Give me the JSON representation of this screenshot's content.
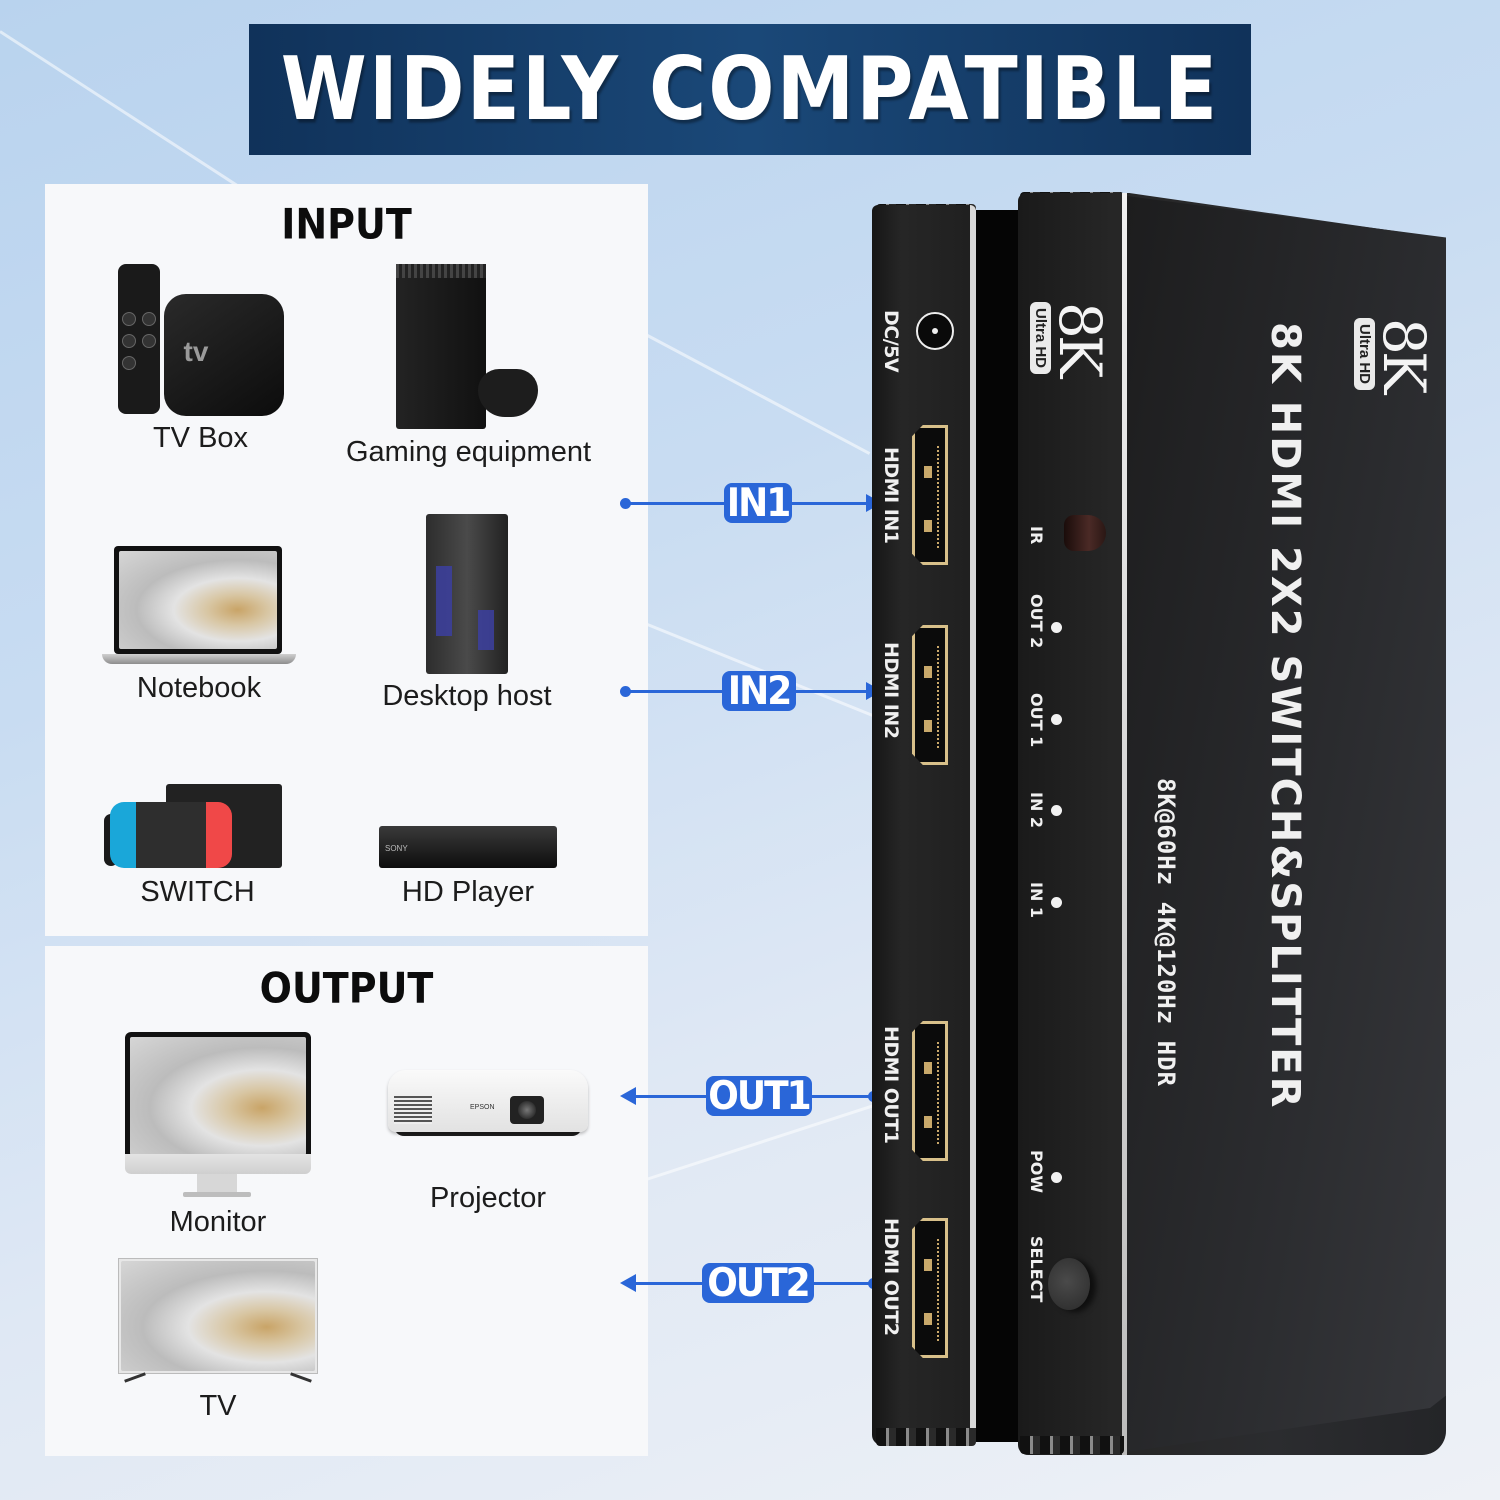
{
  "banner": {
    "title": "WIDELY COMPATIBLE"
  },
  "input_panel": {
    "heading": "INPUT",
    "devices": [
      {
        "label": "TV Box",
        "icon": "apple-tv-icon"
      },
      {
        "label": "Gaming equipment",
        "icon": "game-console-icon"
      },
      {
        "label": "Notebook",
        "icon": "laptop-icon"
      },
      {
        "label": "Desktop host",
        "icon": "desktop-tower-icon"
      },
      {
        "label": "SWITCH",
        "icon": "handheld-console-icon"
      },
      {
        "label": "HD Player",
        "icon": "blu-ray-player-icon"
      }
    ],
    "device_marks": {
      "appletv": "tv",
      "bluray_brand": "SONY"
    }
  },
  "output_panel": {
    "heading": "OUTPUT",
    "devices": [
      {
        "label": "Monitor",
        "icon": "monitor-icon"
      },
      {
        "label": "Projector",
        "icon": "projector-icon"
      },
      {
        "label": "TV",
        "icon": "tv-icon"
      }
    ],
    "device_marks": {
      "projector_brand": "EPSON"
    }
  },
  "connectors": [
    {
      "label": "IN1",
      "direction": "to-device"
    },
    {
      "label": "IN2",
      "direction": "to-device"
    },
    {
      "label": "OUT1",
      "direction": "from-device"
    },
    {
      "label": "OUT2",
      "direction": "from-device"
    }
  ],
  "device": {
    "back_panel": {
      "power": "DC/5V",
      "ports": [
        "HDMI IN1",
        "HDMI IN2",
        "HDMI OUT1",
        "HDMI OUT2"
      ]
    },
    "front_panel": {
      "badge_big": "8K",
      "badge_small": "Ultra HD",
      "ir_label": "IR",
      "leds": [
        "OUT 2",
        "OUT 1",
        "IN 2",
        "IN 1"
      ],
      "power_led": "POW",
      "select_button": "SELECT"
    },
    "top": {
      "badge_big": "8K",
      "badge_small": "Ultra HD",
      "product_title": "8K HDMI 2X2 SWITCH&SPLITTER",
      "spec": "8K@60Hz 4K@120Hz HDR"
    }
  },
  "colors": {
    "banner_bg": "#10325a",
    "accent_blue": "#2a66d8",
    "device_body": "#262626",
    "port_gold": "#d8c08a"
  }
}
